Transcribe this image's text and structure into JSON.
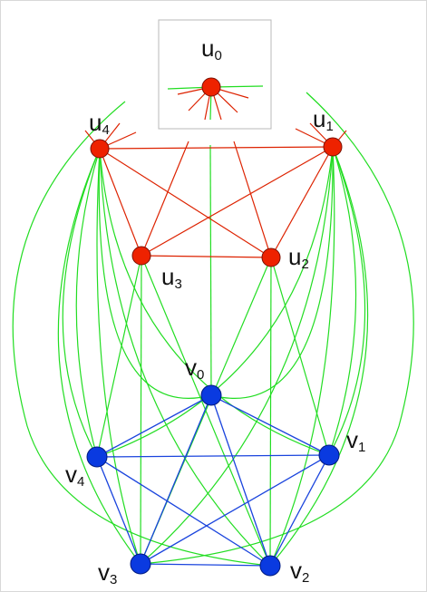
{
  "colors": {
    "red_node": "#ee2200",
    "red_edge": "#dd2200",
    "blue_node": "#0a3ae0",
    "blue_edge": "#1a44dd",
    "green_edge": "#22dd22",
    "inset_border": "#b8b8b8",
    "frame_border": "#d8d8d8"
  },
  "labels": {
    "u0": {
      "base": "u",
      "sub": "0"
    },
    "u1": {
      "base": "u",
      "sub": "1"
    },
    "u2": {
      "base": "u",
      "sub": "2"
    },
    "u3": {
      "base": "u",
      "sub": "3"
    },
    "u4": {
      "base": "u",
      "sub": "4"
    },
    "v0": {
      "base": "v",
      "sub": "0"
    },
    "v1": {
      "base": "v",
      "sub": "1"
    },
    "v2": {
      "base": "v",
      "sub": "2"
    },
    "v3": {
      "base": "v",
      "sub": "3"
    },
    "v4": {
      "base": "v",
      "sub": "4"
    }
  }
}
